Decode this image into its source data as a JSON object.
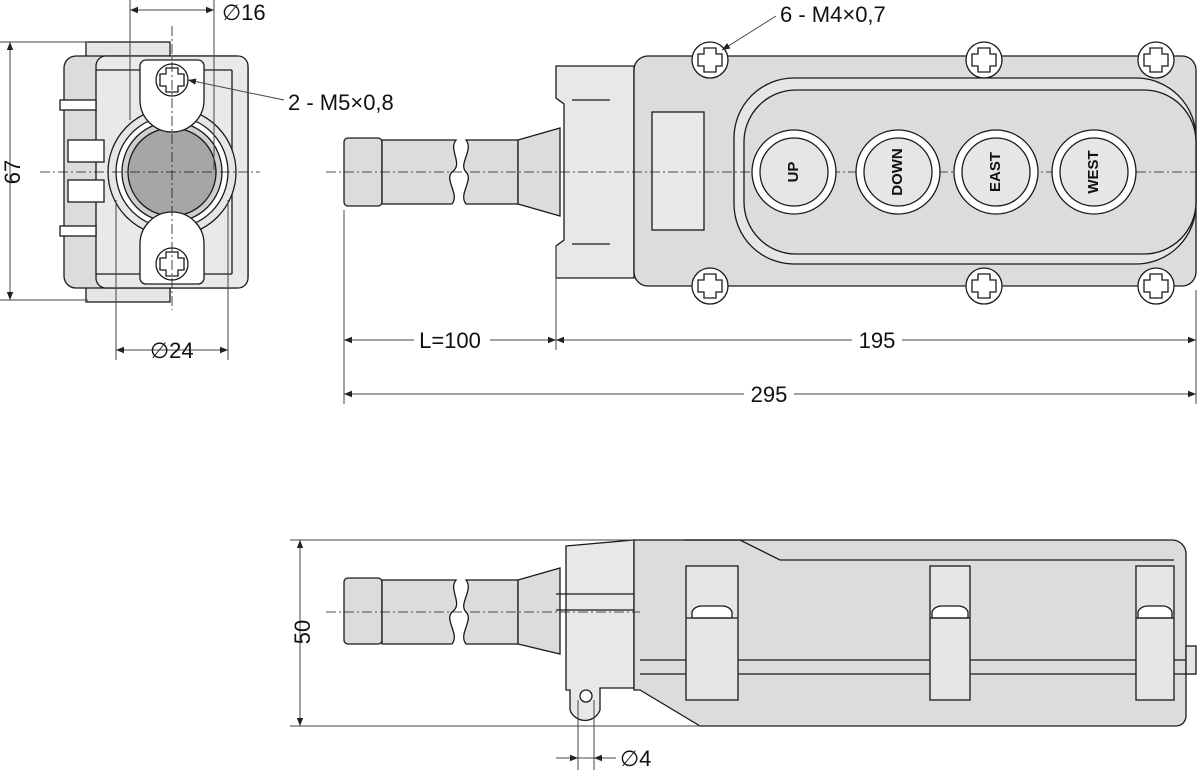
{
  "front_view": {
    "dia_16": "∅16",
    "dim_67": "67",
    "dia_24": "∅24",
    "thread_m5": "2 - M5×0,8"
  },
  "top_view": {
    "thread_m4": "6 - M4×0,7",
    "dim_cable": "L=100",
    "dim_body": "195",
    "dim_total": "295",
    "buttons": [
      {
        "label": "UP"
      },
      {
        "label": "DOWN"
      },
      {
        "label": "EAST"
      },
      {
        "label": "WEST"
      }
    ]
  },
  "side_view": {
    "dim_50": "50",
    "dia_4": "∅4"
  },
  "colors": {
    "line": "#1a1a1a",
    "fill_light": "#d9d9d9",
    "fill_button_face": "#a6a6a6",
    "dim_line": "#444444"
  }
}
